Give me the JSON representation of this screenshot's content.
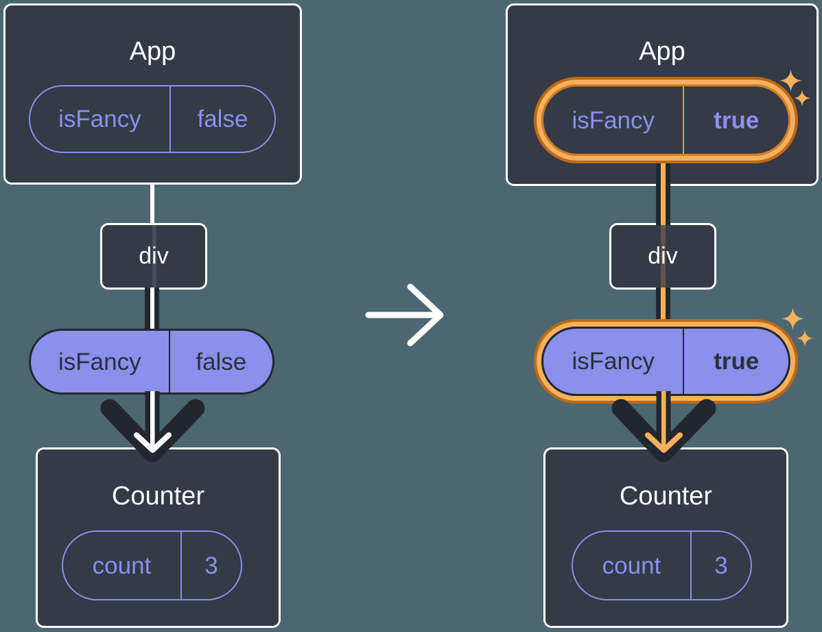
{
  "diagram": {
    "left": {
      "app_title": "App",
      "app_state": {
        "name": "isFancy",
        "value": "false"
      },
      "div_label": "div",
      "prop": {
        "name": "isFancy",
        "value": "false"
      },
      "counter_title": "Counter",
      "counter_state": {
        "name": "count",
        "value": "3"
      }
    },
    "right": {
      "app_title": "App",
      "app_state": {
        "name": "isFancy",
        "value": "true"
      },
      "div_label": "div",
      "prop": {
        "name": "isFancy",
        "value": "true"
      },
      "counter_title": "Counter",
      "counter_state": {
        "name": "count",
        "value": "3"
      }
    },
    "icons": {
      "transition_arrow": "right-arrow",
      "highlight": "sparkles"
    },
    "colors": {
      "background": "#4C6771",
      "box_fill": "#343A46",
      "box_border": "#FFFFFF",
      "purple": "#8A90EE",
      "purple_pill_fill": "#8A90EC",
      "dark_edge": "#22262E",
      "orange_light": "#F6B05C",
      "orange_dark": "#BE6A12",
      "sparkle": "#F2B35C"
    }
  }
}
